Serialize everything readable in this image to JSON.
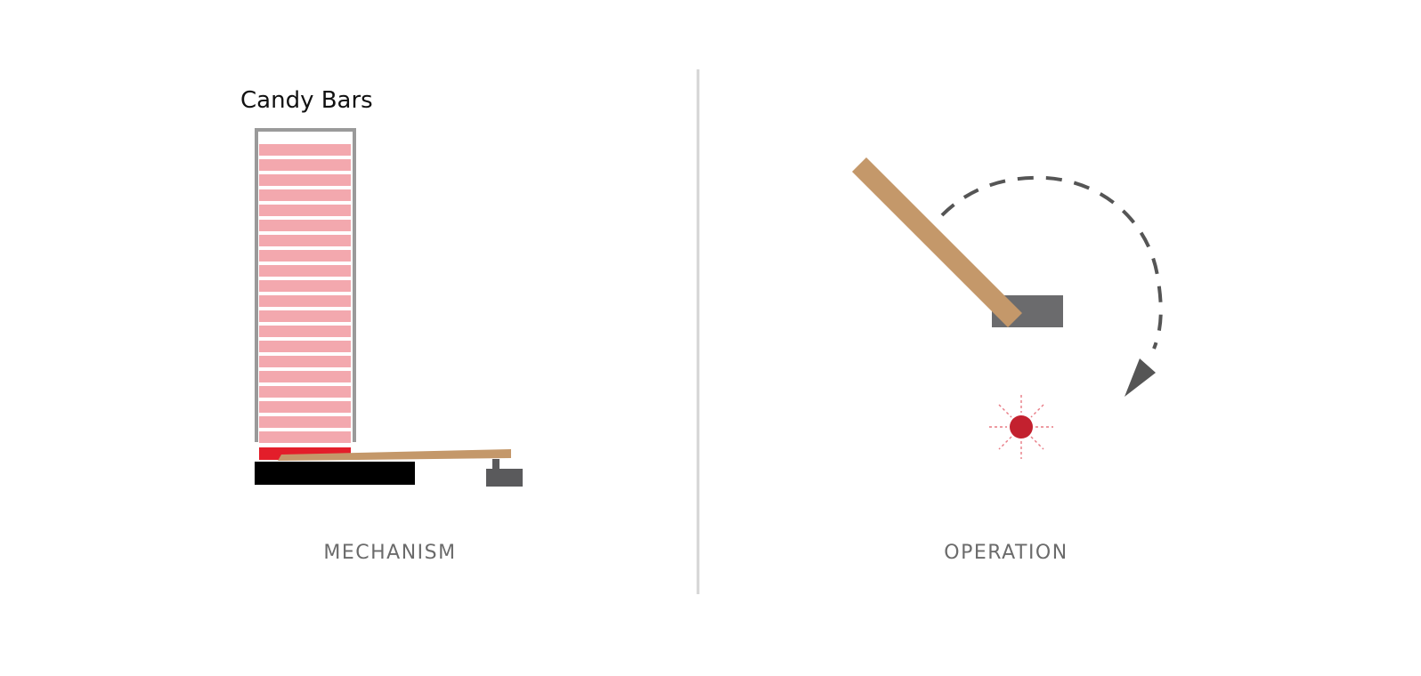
{
  "mechanism": {
    "label": "Candy Bars",
    "caption": "MECHANISM",
    "stacked_bars": 20
  },
  "operation": {
    "caption": "OPERATION"
  },
  "colors": {
    "bar": "#f3a8ae",
    "active_bar": "#e31e2a",
    "lever": "#c4986a",
    "base": "#000000",
    "pivot": "#5a5a5c",
    "tube": "#9a9a9a",
    "divider": "#d4d4d4",
    "arrow": "#555555",
    "sensor_dot": "#c3212f",
    "sensor_rays": "#e87a84"
  }
}
